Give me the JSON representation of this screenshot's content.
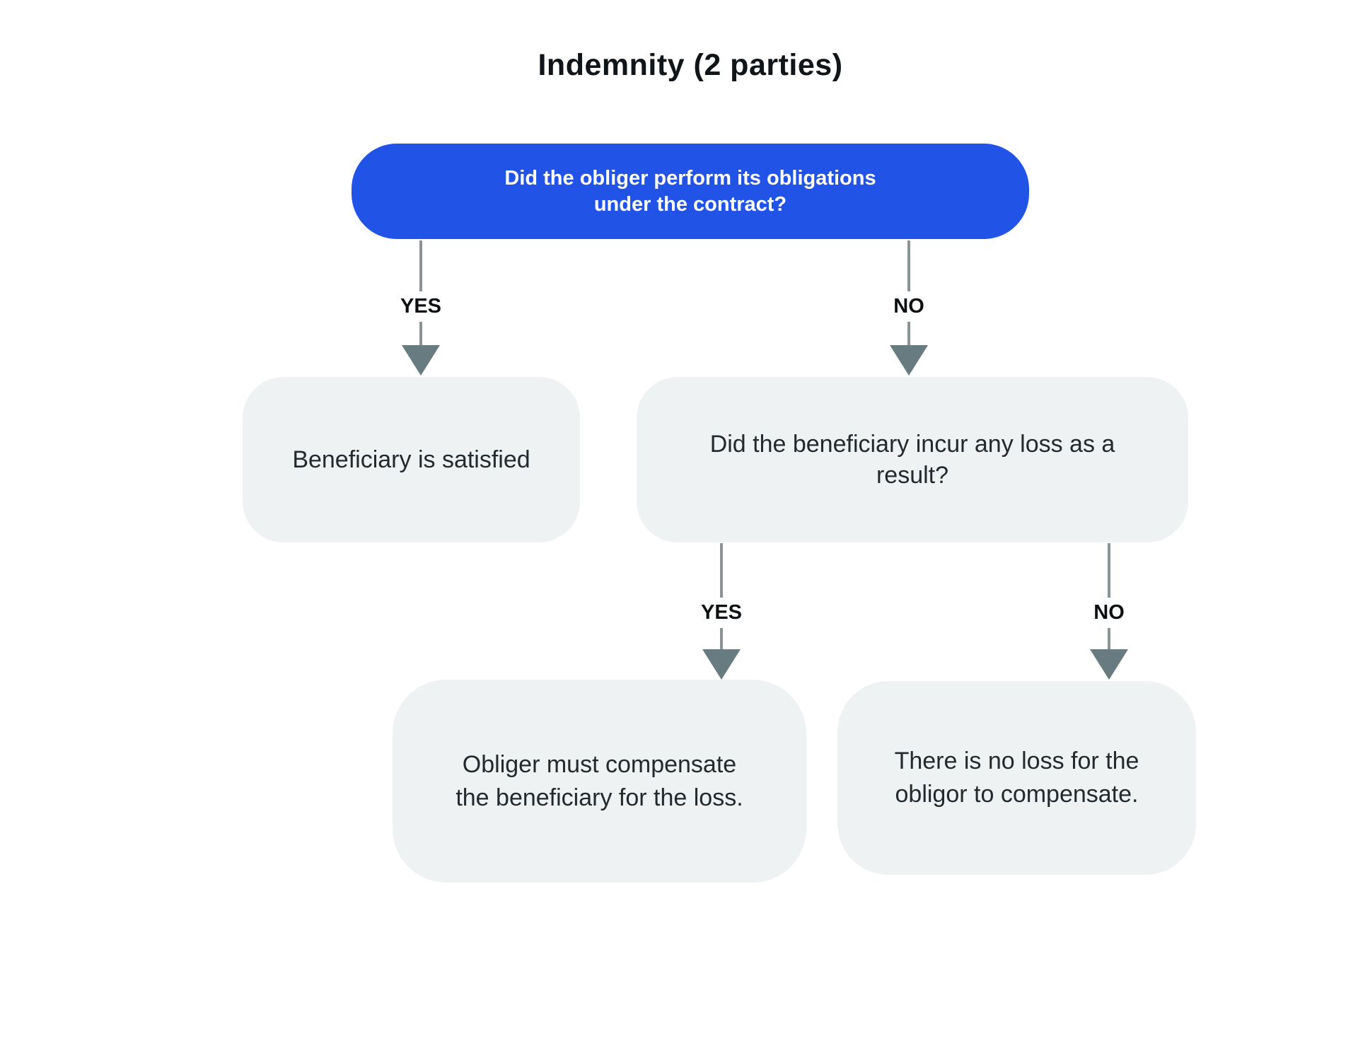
{
  "title": "Indemnity (2 parties)",
  "colors": {
    "node_blue": "#2053e6",
    "node_gray": "#eff2f2",
    "arrow_line": "#8a9396",
    "arrow_head": "#677b80",
    "text_dark": "#23292c",
    "text_on_blue": "#ffffff"
  },
  "flowchart": {
    "root": {
      "lines": [
        "Did the obliger perform its obligations",
        "under the contract?"
      ]
    },
    "nodes": {
      "beneficiary_satisfied": {
        "lines": [
          "Beneficiary is satisfied"
        ]
      },
      "loss_question": {
        "lines": [
          "Did the beneficiary incur any loss as a",
          "result?"
        ]
      },
      "must_compensate": {
        "lines": [
          "Obliger must compensate",
          "the beneficiary for the loss."
        ]
      },
      "no_loss": {
        "lines": [
          "There is no loss for the",
          "obligor to compensate."
        ]
      }
    },
    "edges": [
      {
        "from": "root",
        "to": "beneficiary_satisfied",
        "label": "YES"
      },
      {
        "from": "root",
        "to": "loss_question",
        "label": "NO"
      },
      {
        "from": "loss_question",
        "to": "must_compensate",
        "label": "YES"
      },
      {
        "from": "loss_question",
        "to": "no_loss",
        "label": "NO"
      }
    ]
  }
}
